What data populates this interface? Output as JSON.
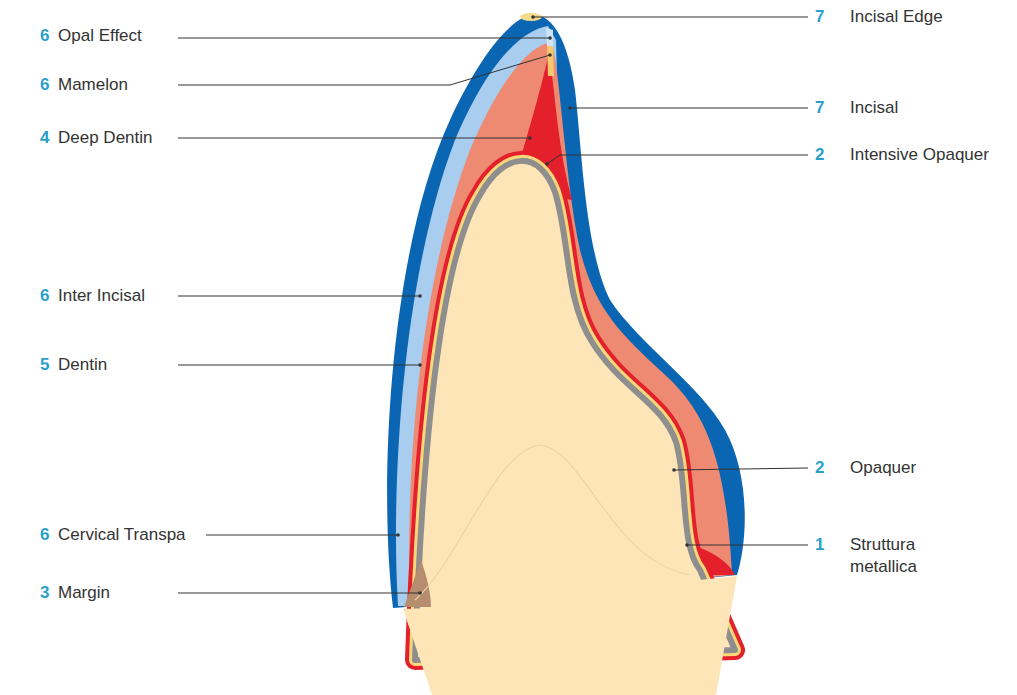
{
  "diagram": {
    "labels": [
      "7",
      "Incisal Edge",
      "6",
      "Opal Effect",
      "6",
      "Mamelon",
      "7",
      "Incisal",
      "4",
      "Deep Dentin",
      "2",
      "Intensive Opaquer",
      "6",
      "Inter Incisal",
      "5",
      "Dentin",
      "2",
      "Opaquer",
      "1",
      "Struttura metallica",
      "6",
      "Cervical Transpa",
      "3",
      "Margin"
    ]
  }
}
